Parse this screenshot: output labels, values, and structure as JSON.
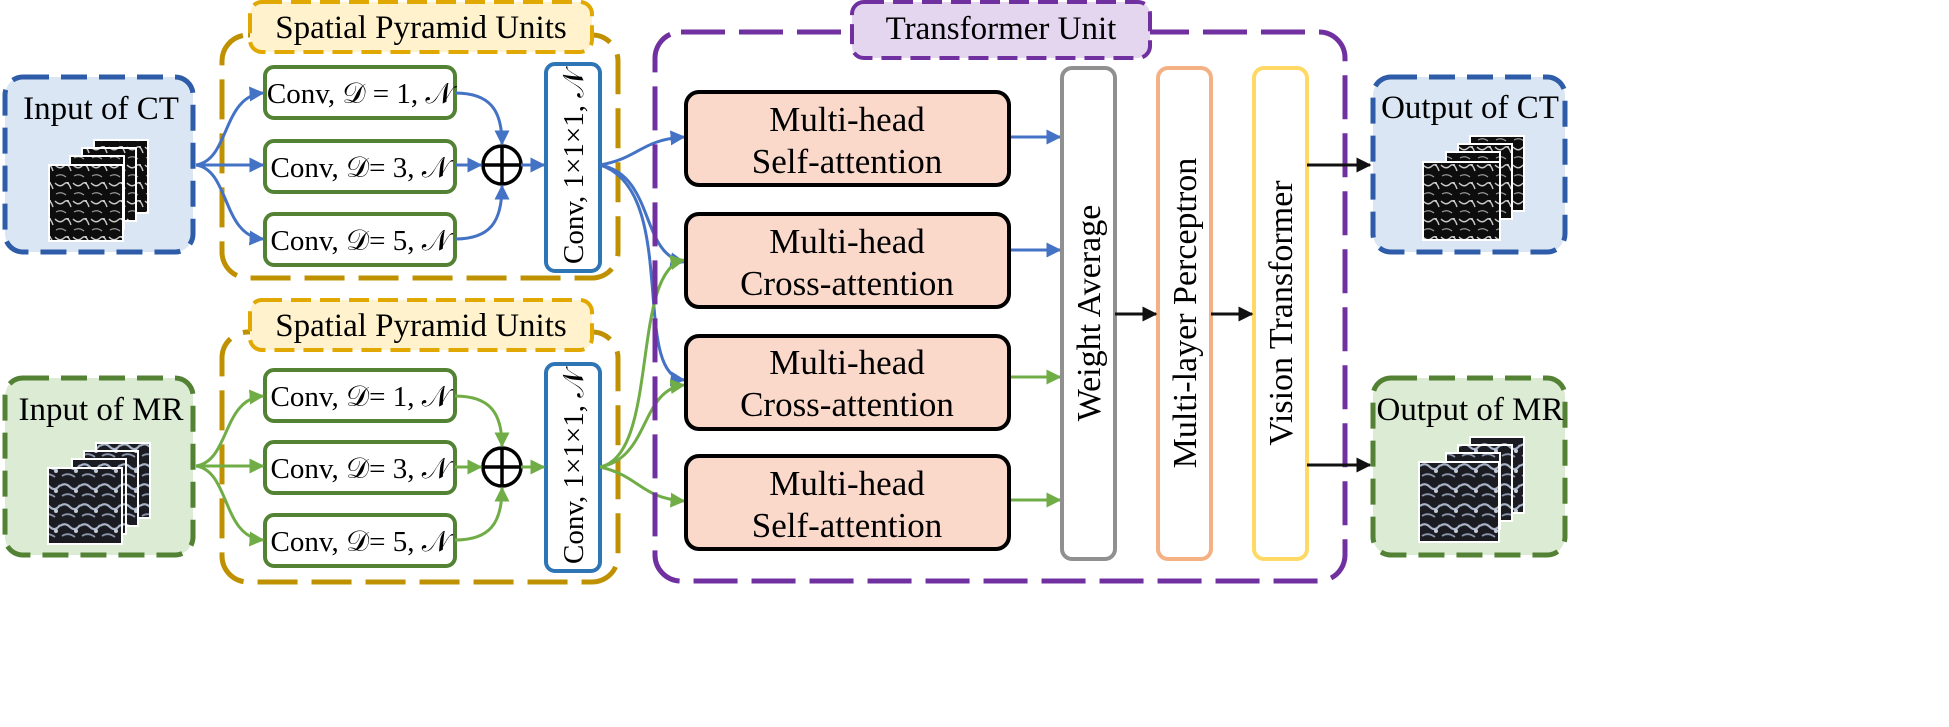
{
  "inputs": {
    "ct": {
      "label": "Input of CT"
    },
    "mr": {
      "label": "Input of MR"
    }
  },
  "outputs": {
    "ct": {
      "label": "Output of CT"
    },
    "mr": {
      "label": "Output of MR"
    }
  },
  "spatial_pyramid": {
    "top": {
      "title": "Spatial Pyramid Units",
      "convs": [
        "Conv, 𝒟 = 1, 𝒩",
        "Conv, 𝒟= 3, 𝒩",
        "Conv, 𝒟= 5, 𝒩"
      ],
      "pointwise": "Conv, 1×1×1, 𝒩"
    },
    "bottom": {
      "title": "Spatial Pyramid Units",
      "convs": [
        "Conv, 𝒟= 1, 𝒩",
        "Conv, 𝒟= 3, 𝒩",
        "Conv, 𝒟= 5, 𝒩"
      ],
      "pointwise": "Conv, 1×1×1, 𝒩"
    }
  },
  "transformer": {
    "title": "Transformer Unit",
    "attention": [
      {
        "line1": "Multi-head",
        "line2": "Self-attention"
      },
      {
        "line1": "Multi-head",
        "line2": "Cross-attention"
      },
      {
        "line1": "Multi-head",
        "line2": "Cross-attention"
      },
      {
        "line1": "Multi-head",
        "line2": "Self-attention"
      }
    ],
    "stages": [
      "Weight Average",
      "Multi-layer Perceptron",
      "Vision Transformer"
    ]
  },
  "colors": {
    "ct_blue": "#2e5ca8",
    "ct_fill": "#dbe6f4",
    "mr_green": "#548235",
    "mr_fill": "#dcebd3",
    "mr_arrow": "#70ad47",
    "pyramid_gold": "#bf9000",
    "pyramid_title_fill": "#fff2cc",
    "transformer_purple": "#7030a0",
    "transformer_title_fill": "#e4d6ee",
    "attention_fill": "#fad9cb",
    "weight_grey": "#909090",
    "mlp_orange": "#f4b183",
    "vit_yellow": "#ffd966",
    "conv_blue": "#2e75b6"
  }
}
